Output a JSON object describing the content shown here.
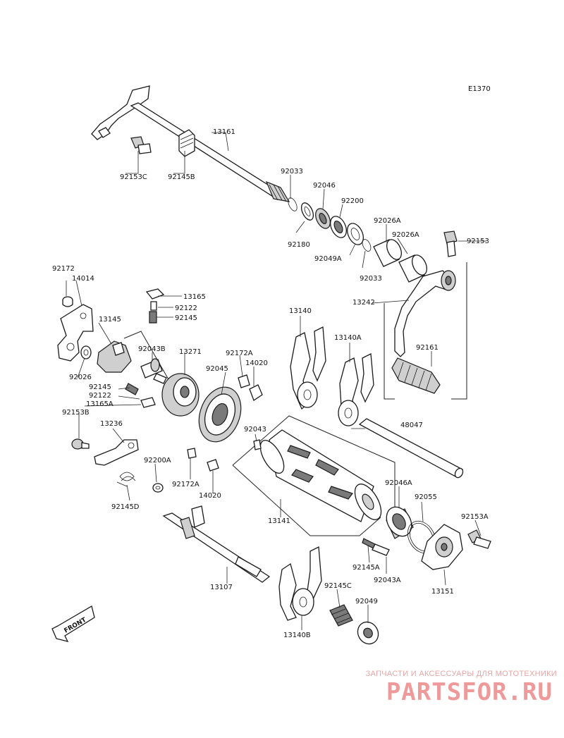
{
  "diagram_code": "E1370",
  "colors": {
    "line": "#1a1a1a",
    "watermark": "#e8a5a5"
  },
  "front_arrow": "FRONT",
  "watermark": {
    "tagline": "ЗАПЧАСТИ И АКСЕССУАРЫ ДЛЯ МОТОТЕХНИКИ",
    "logo": "PARTSFOR.RU"
  },
  "parts": {
    "p13161": "13161",
    "p92153C": "92153C",
    "p92145B": "92145B",
    "p92033a": "92033",
    "p92046": "92046",
    "p92200": "92200",
    "p92180": "92180",
    "p92049A": "92049A",
    "p92033b": "92033",
    "p92026A_1": "92026A",
    "p92026A_2": "92026A",
    "p92153": "92153",
    "p13242": "13242",
    "p92161": "92161",
    "p48047": "48047",
    "p92172": "92172",
    "p14014": "14014",
    "p13145": "13145",
    "p92026": "92026",
    "p92145": "92145",
    "p92122": "92122",
    "p13165A": "13165A",
    "p92153B": "92153B",
    "p13165": "13165",
    "p92122b": "92122",
    "p92145b": "92145",
    "p92043B": "92043B",
    "p13271": "13271",
    "p92172A": "92172A",
    "p14020": "14020",
    "p92045": "92045",
    "p13140": "13140",
    "p13140A": "13140A",
    "p13236": "13236",
    "p92200A": "92200A",
    "p92145D": "92145D",
    "p92172A_b": "92172A",
    "p14020b": "14020",
    "p92043": "92043",
    "p13141": "13141",
    "p92046A": "92046A",
    "p92055": "92055",
    "p92153A": "92153A",
    "p13151": "13151",
    "p92145A": "92145A",
    "p92043A": "92043A",
    "p13107": "13107",
    "p92145C": "92145C",
    "p92049": "92049",
    "p13140B": "13140B"
  }
}
